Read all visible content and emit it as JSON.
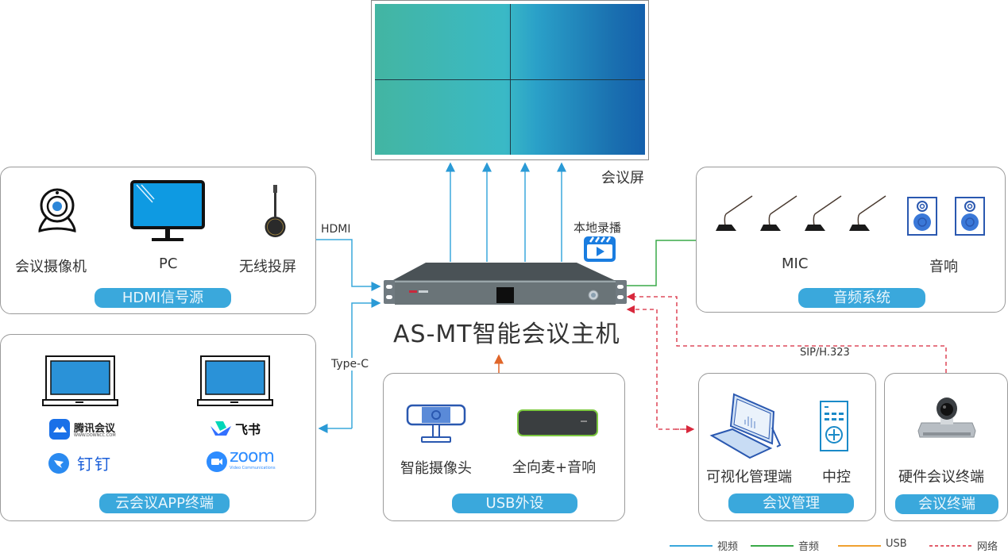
{
  "screen": {
    "label": "会议屏"
  },
  "host": {
    "title": "AS-MT智能会议主机",
    "record_label": "本地录播"
  },
  "connections": {
    "hdmi": "HDMI",
    "typec": "Type-C",
    "sip": "SIP/H.323"
  },
  "hdmi_panel": {
    "title": "HDMI信号源",
    "items": [
      {
        "label": "会议摄像机"
      },
      {
        "label": "PC"
      },
      {
        "label": "无线投屏"
      }
    ]
  },
  "app_panel": {
    "title": "云会议APP终端",
    "apps": [
      {
        "name": "腾讯会议",
        "sub": "WWW.DOWNCC.COM"
      },
      {
        "name": "飞书"
      },
      {
        "name": "钉钉"
      },
      {
        "name": "zoom",
        "sub": "Video Communications"
      }
    ]
  },
  "audio_panel": {
    "title": "音频系统",
    "mic_label": "MIC",
    "speaker_label": "音响"
  },
  "usb_panel": {
    "title": "USB外设",
    "items": [
      {
        "label": "智能摄像头"
      },
      {
        "label": "全向麦+音响"
      }
    ]
  },
  "mgmt_panel": {
    "title": "会议管理",
    "items": [
      {
        "label": "可视化管理端"
      },
      {
        "label": "中控"
      }
    ]
  },
  "terminal_panel": {
    "title": "会议终端",
    "items": [
      {
        "label": "硬件会议终端"
      }
    ]
  },
  "legend": {
    "items": [
      {
        "label": "视频",
        "color": "#3aa8dc",
        "style": "solid"
      },
      {
        "label": "音频",
        "color": "#3aaa48",
        "style": "solid"
      },
      {
        "label": "USB",
        "color": "#f0a030",
        "style": "solid"
      },
      {
        "label": "网络",
        "color": "#d8283c",
        "style": "dashed"
      }
    ]
  }
}
